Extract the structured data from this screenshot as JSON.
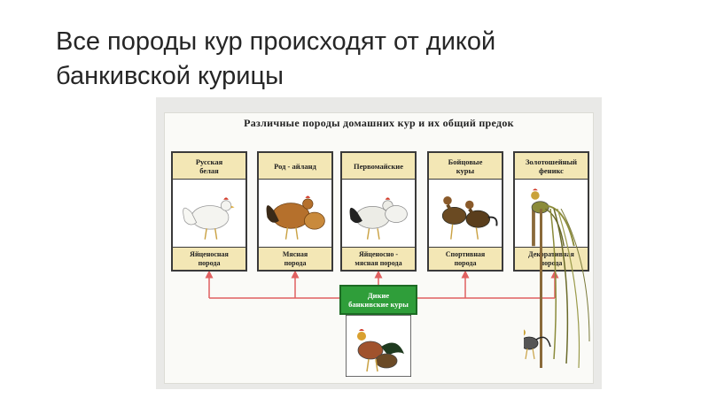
{
  "slide": {
    "title_line1": "Все породы кур происходят от дикой",
    "title_line2": "банкивской курицы"
  },
  "diagram": {
    "title": "Различные породы домашних кур и их общий предок",
    "breeds": [
      {
        "name_line1": "Русская",
        "name_line2": "белая",
        "use_line1": "Яйценосная",
        "use_line2": "порода",
        "plumage": "#f4f4f0",
        "accent": "#d23b2a"
      },
      {
        "name_line1": "Род - айланд",
        "name_line2": "",
        "use_line1": "Мясная",
        "use_line2": "порода",
        "plumage": "#b5702c",
        "accent": "#d23b2a"
      },
      {
        "name_line1": "Первомайские",
        "name_line2": "",
        "use_line1": "Яйценосно -",
        "use_line2": "мясная порода",
        "plumage": "#ecece6",
        "accent": "#222222"
      },
      {
        "name_line1": "Бойцовые",
        "name_line2": "куры",
        "use_line1": "Спортивная",
        "use_line2": "порода",
        "plumage": "#6a4a22",
        "accent": "#2a2a22"
      },
      {
        "name_line1": "Золотошейный",
        "name_line2": "феникс",
        "use_line1": "Декоративная",
        "use_line2": "порода",
        "plumage": "#8b8b3a",
        "accent": "#d23b2a"
      }
    ],
    "ancestor": {
      "label_line1": "Дикие",
      "label_line2": "банкивские куры"
    },
    "colors": {
      "connector": "#e06060",
      "ancestor_box": "#2f9e3a",
      "card_header": "#f3e7b5"
    }
  }
}
